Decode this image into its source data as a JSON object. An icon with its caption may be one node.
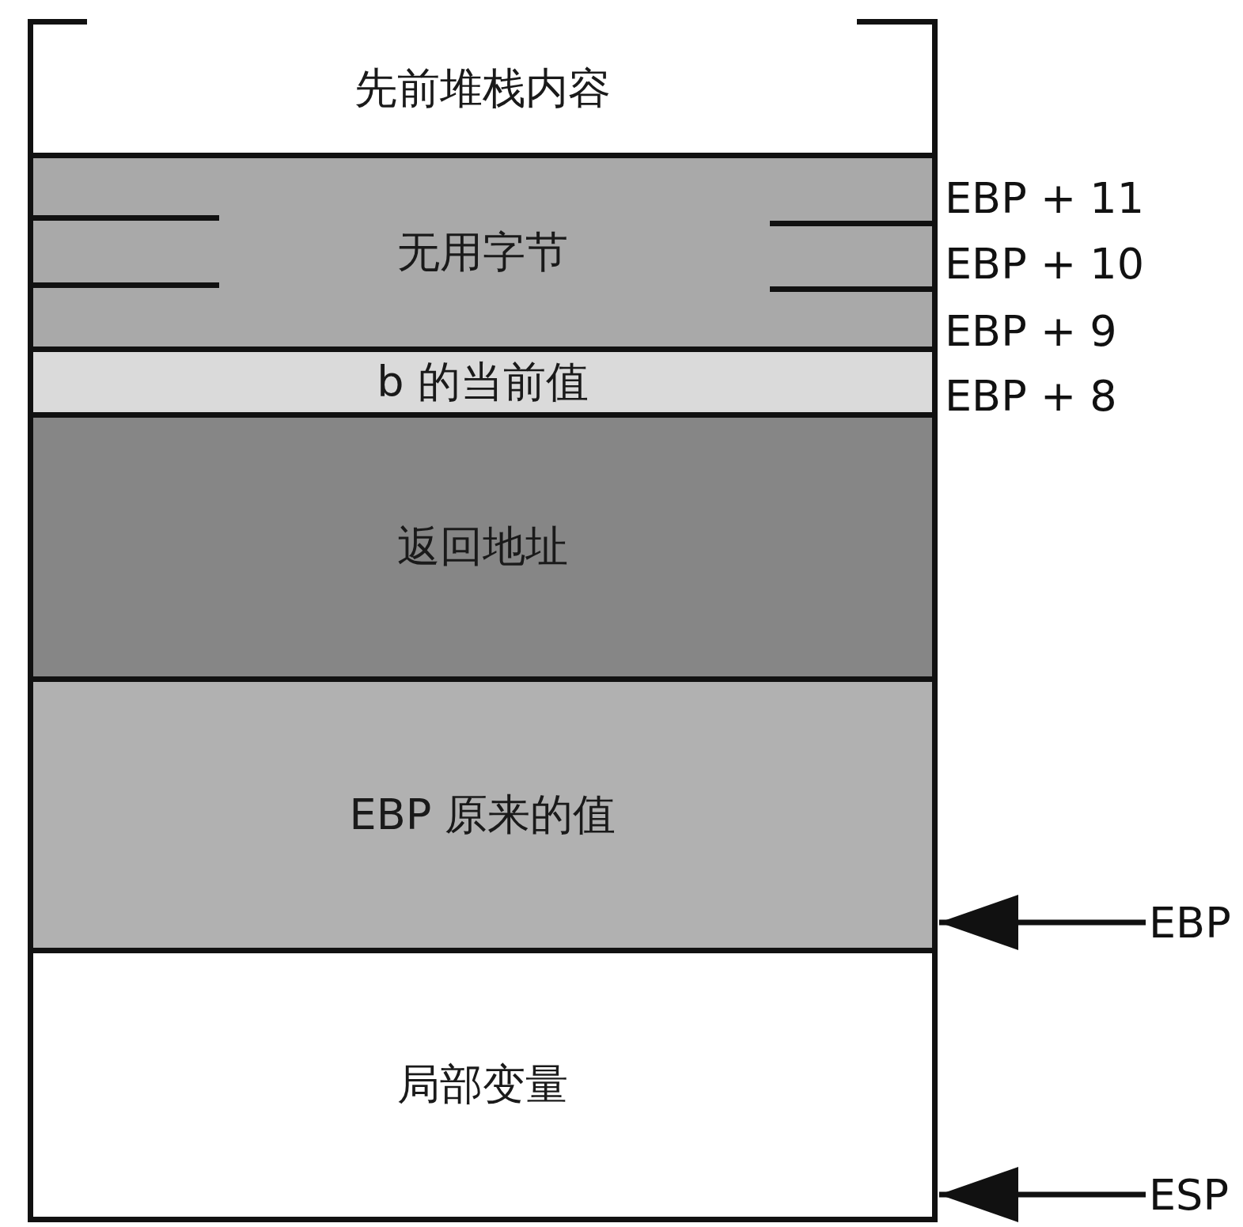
{
  "diagram": {
    "nodes": [
      {
        "text": [
          "先前堆栈内容"
        ]
      },
      {
        "text": [
          "无用字节"
        ]
      },
      {
        "text": [
          "b 的当前值"
        ]
      },
      {
        "text": [
          "返回地址"
        ]
      },
      {
        "text": [
          "EBP 原来的值"
        ]
      },
      {
        "text": [
          "局部变量"
        ]
      },
      {
        "text": [
          "EBP"
        ]
      },
      {
        "text": [
          "ESP"
        ]
      }
    ],
    "edges": [
      {
        "from": 6,
        "to": 4,
        "arrow": "to"
      },
      {
        "from": 7,
        "to": 5,
        "arrow": "to"
      }
    ],
    "labels": [
      "EBP + 11",
      "EBP + 10",
      "EBP + 9",
      "EBP + 8"
    ]
  }
}
